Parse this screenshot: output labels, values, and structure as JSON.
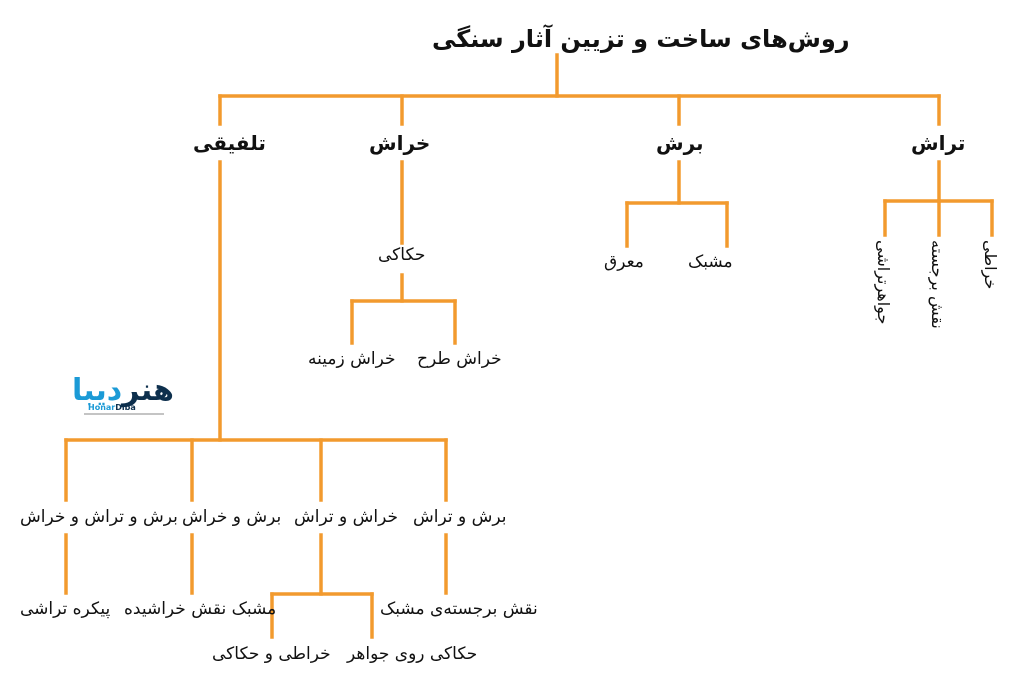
{
  "title": "روش‌های ساخت و تزیین آثار سنگی",
  "branches": {
    "tarash": "تراش",
    "bresh": "برش",
    "kharash": "خراش",
    "talfighi": "تلفیقی"
  },
  "tarash_children": {
    "kharati": "خراطی",
    "naghsh_barjaste": "نقش برجسته",
    "javaher_tarashi": "جواهرتراشی"
  },
  "bresh_children": {
    "moshabak": "مشبک",
    "mogharag": "معرق"
  },
  "kharash_children": {
    "hakaki": "حکاکی",
    "kharash_tarh": "خراش طرح",
    "kharash_zamine": "خراش زمینه"
  },
  "talfighi_children": {
    "bresh_tarash": "برش و تراش",
    "kharash_tarash": "خراش و تراش",
    "bresh_kharash": "برش و خراش",
    "bresh_tarash_kharash": "برش و تراش و خراش"
  },
  "leaves": {
    "naghsh_barjaste_moshabak": "نقش برجسته‌ی مشبک",
    "moshabak_naghsh_kharashide": "مشبک نقش خراشیده",
    "peykare_tarashi": "پیکره تراشی",
    "hakaki_ruye_javaher": "حکاکی روی جواهر",
    "kharati_va_hakaki": "خراطی و حکاکی"
  },
  "logo": {
    "name": "هنردیبا",
    "brand_a": "Honar",
    "brand_b": "Diba"
  },
  "colors": {
    "line": "#F29A2E",
    "text": "#111111",
    "logo_dark": "#0d2f4d",
    "logo_blue": "#1b9ad6"
  }
}
